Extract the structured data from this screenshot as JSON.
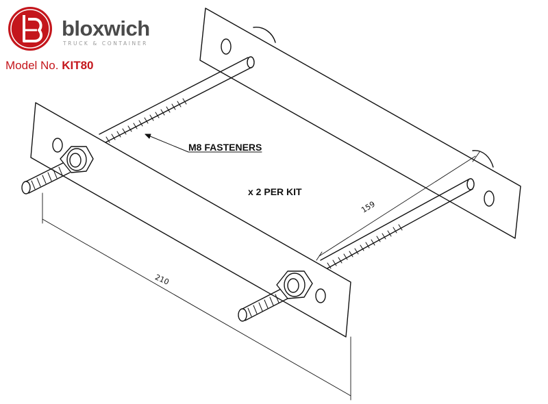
{
  "brand": {
    "name": "bloxwich",
    "tagline": "TRUCK & CONTAINER",
    "accent_color": "#c4161c",
    "logo_icon": "bloxwich-b-logo-icon"
  },
  "model": {
    "prefix": "Model No.",
    "code": "KIT80"
  },
  "annotations": {
    "fasteners": "M8 FASTENERS",
    "quantity": "x 2 PER KIT"
  },
  "dimensions": {
    "depth": "159",
    "length": "210"
  }
}
